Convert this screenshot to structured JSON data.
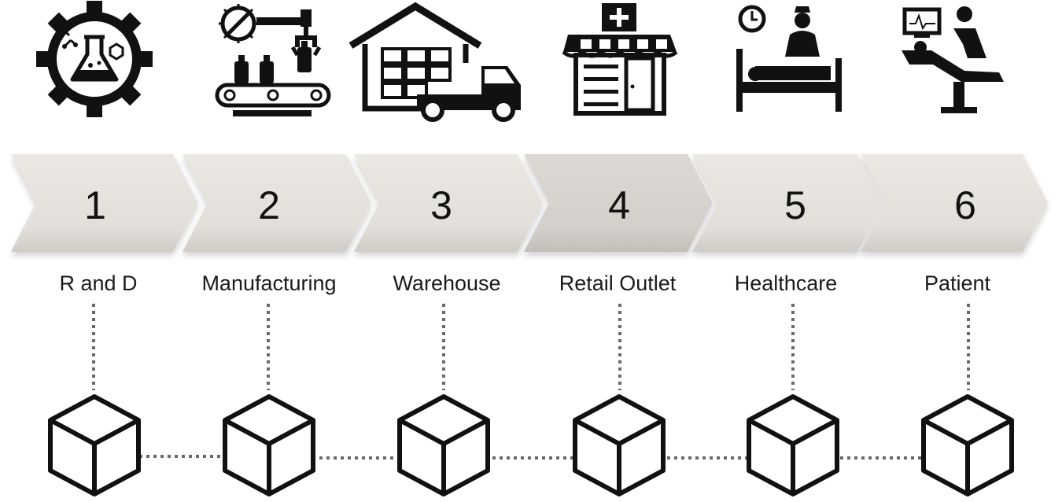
{
  "stages": [
    {
      "number": "1",
      "label": "R and D",
      "icon": "rnd-gear-flask-icon"
    },
    {
      "number": "2",
      "label": "Manufacturing",
      "icon": "manufacturing-conveyor-icon"
    },
    {
      "number": "3",
      "label": "Warehouse",
      "icon": "warehouse-truck-icon"
    },
    {
      "number": "4",
      "label": "Retail Outlet",
      "icon": "pharmacy-store-icon"
    },
    {
      "number": "5",
      "label": "Healthcare",
      "icon": "hospital-bed-nurse-icon"
    },
    {
      "number": "6",
      "label": "Patient",
      "icon": "patient-dentist-chair-icon"
    }
  ],
  "colors": {
    "arrow_fill": "#e6e3df",
    "arrow_fill_highlight": "#d7d4cf",
    "arrow_shadow": "#c9c6c1",
    "icon": "#111111",
    "connector": "#6a6a6a"
  }
}
